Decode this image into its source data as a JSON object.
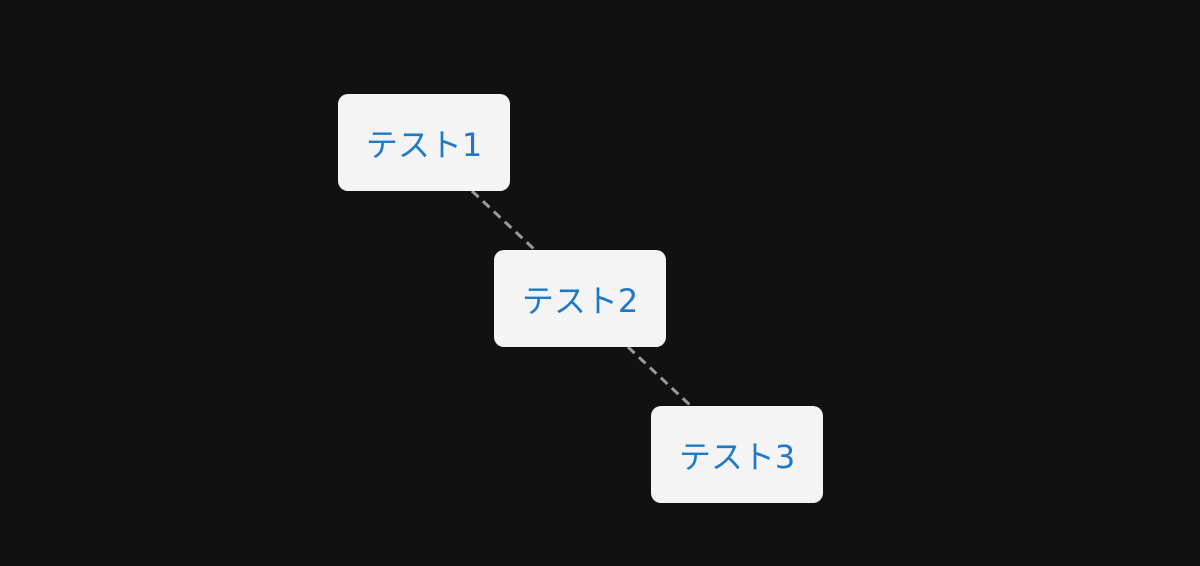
{
  "diagram": {
    "nodes": [
      {
        "id": "1",
        "label": "テスト1"
      },
      {
        "id": "2",
        "label": "テスト2"
      },
      {
        "id": "3",
        "label": "テスト3"
      }
    ],
    "edges": [
      {
        "from": "1",
        "to": "2",
        "style": "dashed"
      },
      {
        "from": "2",
        "to": "3",
        "style": "dashed"
      }
    ]
  },
  "colors": {
    "background": "#111111",
    "node_fill": "#f4f4f4",
    "node_text": "#1e79c8",
    "edge": "#9a9a9a"
  }
}
